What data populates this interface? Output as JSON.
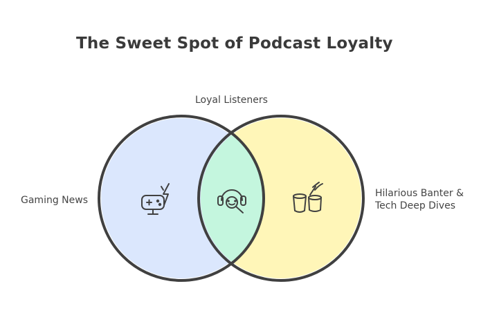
{
  "title": "The Sweet Spot of Podcast Loyalty",
  "labels": {
    "intersection": "Loyal Listeners",
    "left": "Gaming News",
    "right_line1": "Hilarious Banter &",
    "right_line2": "Tech Deep Dives"
  },
  "icons": {
    "left": "gamepad-lightning-icon",
    "center": "headset-search-icon",
    "right": "drinks-cups-icon"
  },
  "colors": {
    "left_fill": "#dbe7fd",
    "right_fill": "#fff6b8",
    "intersection_fill": "#c4f6de",
    "outline": "#404040",
    "text": "#3a3a3a"
  }
}
